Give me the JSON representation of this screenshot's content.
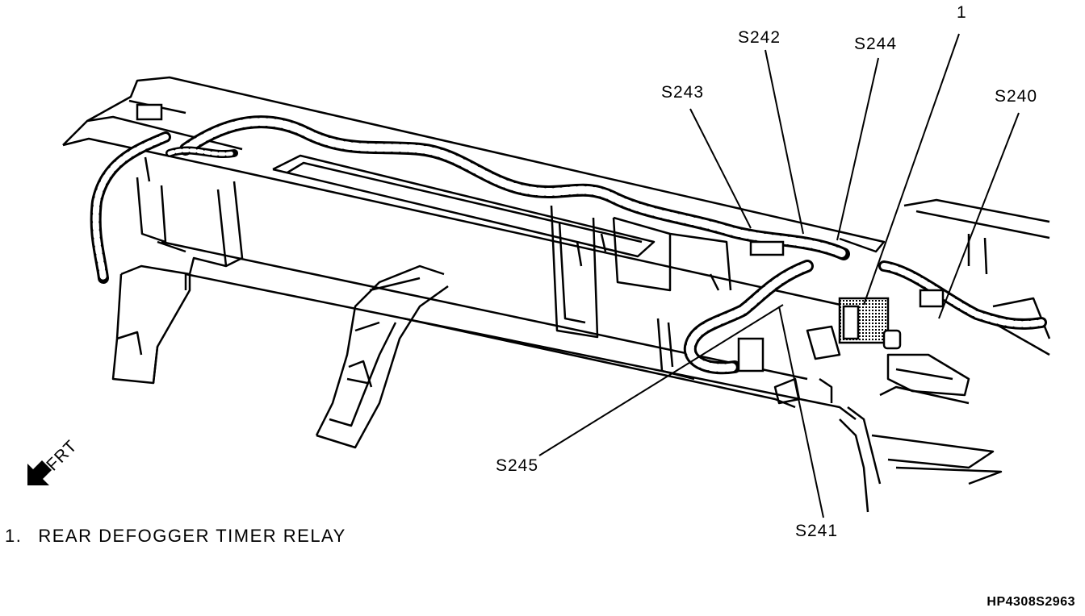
{
  "callouts": {
    "item_1": "1",
    "s242": "S242",
    "s244": "S244",
    "s243": "S243",
    "s240": "S240",
    "s245": "S245",
    "s241": "S241"
  },
  "orientation": {
    "label": "FRT",
    "icon": "front-direction-arrow-icon"
  },
  "legend": {
    "number": "1.",
    "text": "REAR DEFOGGER TIMER RELAY"
  },
  "figure_id": "HP4308S2963"
}
